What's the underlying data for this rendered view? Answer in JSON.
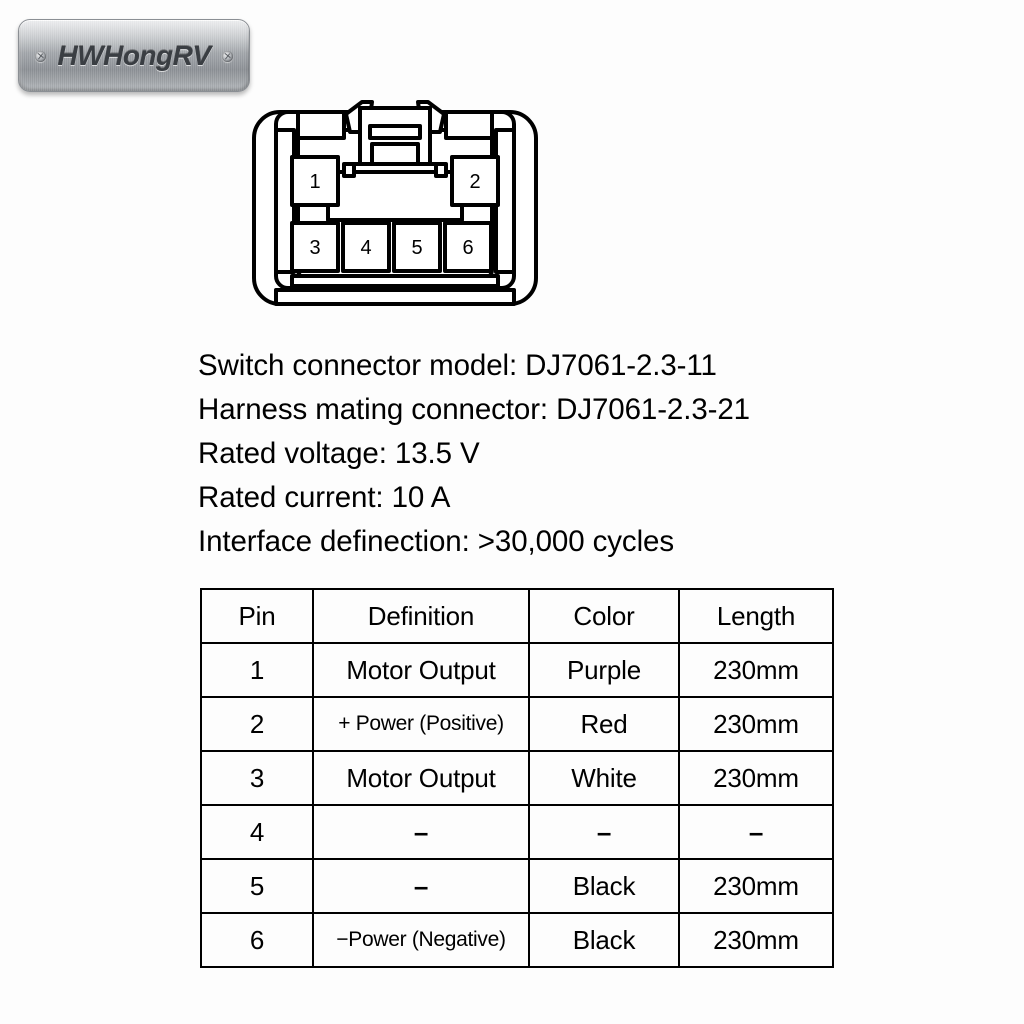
{
  "brand": {
    "name": "HWHongRV",
    "plate_color": "#aeb2b6",
    "text_color": "#3a3e43"
  },
  "connector": {
    "title": "6-pin switch connector front view",
    "pin_count": 6,
    "top_row_pins": [
      "1",
      "2"
    ],
    "bottom_row_pins": [
      "3",
      "4",
      "5",
      "6"
    ],
    "stroke_color": "#000000",
    "fill_color": "#ffffff"
  },
  "specs": [
    "Switch connector model: DJ7061-2.3-11",
    "Harness mating connector: DJ7061-2.3-21",
    "Rated voltage: 13.5 V",
    "Rated current: 10 A",
    "Interface definection: >30,000 cycles"
  ],
  "table": {
    "headers": [
      "Pin",
      "Definition",
      "Color",
      "Length"
    ],
    "rows": [
      {
        "pin": "1",
        "definition": "Motor Output",
        "def_small": false,
        "color": "Purple",
        "length": "230mm"
      },
      {
        "pin": "2",
        "definition": "+ Power (Positive)",
        "def_small": true,
        "color": "Red",
        "length": "230mm"
      },
      {
        "pin": "3",
        "definition": "Motor Output",
        "def_small": false,
        "color": "White",
        "length": "230mm"
      },
      {
        "pin": "4",
        "definition": "–",
        "def_small": false,
        "color": "–",
        "length": "–"
      },
      {
        "pin": "5",
        "definition": "–",
        "def_small": false,
        "color": "Black",
        "length": "230mm"
      },
      {
        "pin": "6",
        "definition": "−Power (Negative)",
        "def_small": true,
        "color": "Black",
        "length": "230mm"
      }
    ]
  }
}
